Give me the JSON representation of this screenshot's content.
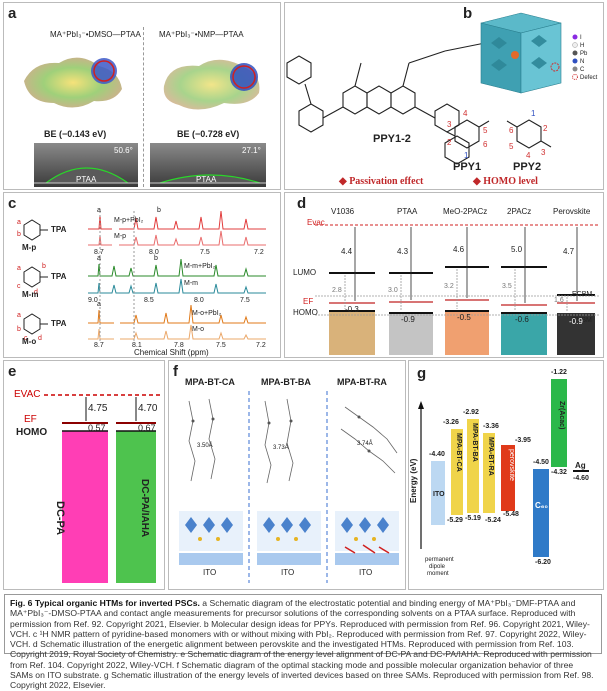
{
  "panel_a": {
    "label": "a",
    "left_title": "MA⁺PbI₃⁻•DMSO—PTAA",
    "right_title": "MA⁺PbI₃⁻•NMP—PTAA",
    "left_be": "BE (−0.143 eV)",
    "right_be": "BE (−0.728 eV)",
    "left_angle": "50.6°",
    "right_angle": "27.1°",
    "left_substrate": "PTAA",
    "right_substrate": "PTAA"
  },
  "panel_b": {
    "label": "b",
    "polymer": "PPY1-2",
    "ppy1": "PPY1",
    "ppy2": "PPY2",
    "ppy1_numbers": [
      "4",
      "3",
      "5",
      "2",
      "6",
      "1"
    ],
    "ppy2_numbers": [
      "1",
      "6",
      "2",
      "5",
      "3",
      "4"
    ],
    "legend": [
      "I",
      "H",
      "Pb",
      "N",
      "C",
      "Defect"
    ],
    "effect1": "Passivation effect",
    "effect2": "HOMO level",
    "repeat_n": "n"
  },
  "panel_c": {
    "label": "c",
    "substituent": "TPA",
    "molecules": [
      "M-p",
      "M-m",
      "M-o"
    ],
    "ring_letters_p": [
      "a",
      "b"
    ],
    "ring_letters_m": [
      "a",
      "b",
      "c",
      "d"
    ],
    "ring_letters_o": [
      "a",
      "b",
      "c",
      "d"
    ],
    "traces_p": [
      "M-p+PbI₂",
      "M-p"
    ],
    "traces_m": [
      "M-m+PbI₂",
      "M-m"
    ],
    "traces_o": [
      "M-o+PbI₂",
      "M-o"
    ],
    "ticks_p": [
      "8.7",
      "8.0",
      "7.5",
      "7.2"
    ],
    "ticks_m": [
      "9.0",
      "8.5",
      "8.0",
      "7.5"
    ],
    "ticks_o": [
      "8.7",
      "8.1",
      "7.8",
      "7.5",
      "7.2"
    ],
    "peak_labels_p": [
      "a",
      "b"
    ],
    "peak_labels_m": [
      "a",
      "b"
    ],
    "peak_labels_o": [
      "a"
    ],
    "xlabel": "Chemical Shift (ppm)"
  },
  "panel_d": {
    "label": "d",
    "columns": [
      "V1036",
      "PTAA",
      "MeO-2PACz",
      "2PACz",
      "Perovskite"
    ],
    "gaps": [
      "4.4",
      "4.3",
      "4.6",
      "5.0",
      "4.7"
    ],
    "secondary": [
      "2.8",
      "3.0",
      "3.2",
      "3.5",
      "1.6"
    ],
    "offsets": [
      "-0.3",
      "-0.9",
      "-0.5",
      "-0.6",
      "-0.9"
    ],
    "evac": "Evac",
    "lumo": "LUMO",
    "ef": "EF",
    "homo": "HOMO",
    "ecbm": "ECBM",
    "evbm": "EVBM",
    "colors": [
      "#d9b27a",
      "#c4c4c4",
      "#f0a070",
      "#3aa6a8",
      "#333333"
    ]
  },
  "panel_e": {
    "label": "e",
    "evac": "EVAC",
    "ef": "EF",
    "homo": "HOMO",
    "gap1": "4.75",
    "gap2": "4.70",
    "offset1": "0.57",
    "offset2": "0.67",
    "box1": "DC-PA",
    "box2": "DC-PA/IAHA",
    "colors": [
      "#ff3eb5",
      "#4ec34e"
    ]
  },
  "panel_f": {
    "label": "f",
    "titles": [
      "MPA-BT-CA",
      "MPA-BT-BA",
      "MPA-BT-RA"
    ],
    "distances": [
      "3.50Å",
      "3.73Å",
      "3.74Å"
    ],
    "substrate": "ITO"
  },
  "panel_g": {
    "label": "g",
    "ylabel": "Energy (eV)",
    "ito": "ITO",
    "ito_level": "-4.40",
    "dipole_note": [
      "permanent",
      "dipole",
      "moment"
    ],
    "sams": [
      "MPA-BT-CA",
      "MPA-BT-BA",
      "MPA-BT-RA"
    ],
    "sam_lumo": [
      "-3.26",
      "-2.92",
      "-3.36"
    ],
    "sam_homo": [
      "-5.29",
      "-5.19",
      "-5.24"
    ],
    "perovskite": "perovskite",
    "pvk_cb": "-3.95",
    "pvk_vb": "-5.48",
    "c60": "C₆₀",
    "c60_lumo": "-4.50",
    "c60_homo": "-6.20",
    "zracac": "Zr(Acac)",
    "zr_lumo": "-1.22",
    "zr_homo": "-4.32",
    "ag": "Ag",
    "ag_level": "-4.60"
  },
  "caption": {
    "title": "Fig. 6 Typical organic HTMs for inverted PSCs.",
    "body": "a Schematic diagram of the electrostatic potential and binding energy of MA⁺PbI₃⁻DMF-PTAA and MA⁺PbI₃⁻-DMSO-PTAA and contact angle measurements for precursor solutions of the corresponding solvents on a PTAA surface. Reproduced with permission from Ref. 92. Copyright 2021, Elsevier. b Molecular design ideas for PPYs. Reproduced with permission from Ref. 96. Copyright 2021, Wiley-VCH. c ¹H NMR pattern of pyridine-based monomers with or without mixing with PbI₂. Reproduced with permission from Ref. 97. Copyright 2022, Wiley-VCH. d Schematic illustration of the energetic alignment between perovskite and the investigated HTMs. Reproduced with permission from Ref. 103. Copyright 2019, Royal Society of Chemistry. e Schematic diagram of the energy level alignment of DC-PA and DC-PA/IAHA. Reproduced with permission from Ref. 104. Copyright 2022, Wiley-VCH. f Schematic diagram of the optimal stacking mode and possible molecular organization behavior of three SAMs on ITO substrate. g Schematic illustration of the energy levels of inverted devices based on three SAMs. Reproduced with permission from Ref. 98. Copyright 2022, Elsevier."
  }
}
